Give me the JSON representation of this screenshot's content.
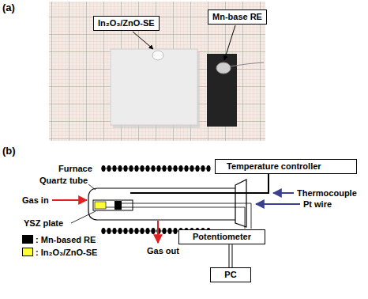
{
  "diagram": {
    "nodes": [
      {
        "text": [
          "In₂O₃/ZnO-SE"
        ]
      },
      {
        "text": [
          "Mn-base RE"
        ]
      },
      {
        "text": [
          "Temperature controller"
        ]
      },
      {
        "text": [
          "Potentiometer"
        ]
      },
      {
        "text": [
          "PC"
        ]
      }
    ],
    "edges": [
      {
        "from": 3,
        "to": 4,
        "arrow": "none"
      }
    ],
    "labels": [
      "(a)",
      "(b)",
      "Furnace",
      "Quartz tube",
      "Gas in",
      "YSZ plate",
      "Thermocouple",
      "Pt wire",
      "Gas out"
    ],
    "legend": [
      {
        "text": ": Mn-based RE",
        "color": "#000000"
      },
      {
        "text": ": In₂O₃/ZnO-SE",
        "color": "#ffff33"
      }
    ]
  }
}
